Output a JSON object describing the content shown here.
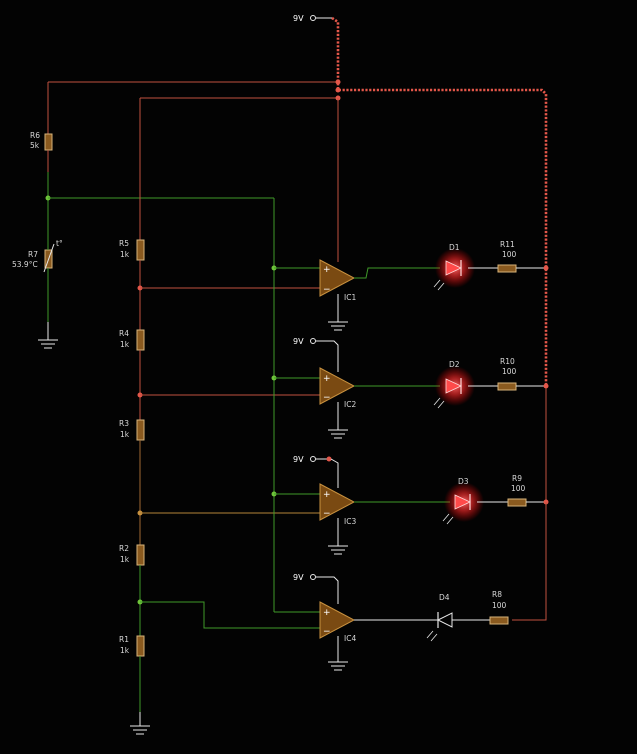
{
  "supply": {
    "top": "9V",
    "ic2": "9V",
    "ic3": "9V",
    "ic4": "9V"
  },
  "resistors": {
    "r6": {
      "name": "R6",
      "value": "5k"
    },
    "r7": {
      "name": "R7",
      "value": "53.9°C"
    },
    "r5": {
      "name": "R5",
      "value": "1k"
    },
    "r4": {
      "name": "R4",
      "value": "1k"
    },
    "r3": {
      "name": "R3",
      "value": "1k"
    },
    "r2": {
      "name": "R2",
      "value": "1k"
    },
    "r1": {
      "name": "R1",
      "value": "1k"
    },
    "r11": {
      "name": "R11",
      "value": "100"
    },
    "r10": {
      "name": "R10",
      "value": "100"
    },
    "r9": {
      "name": "R9",
      "value": "100"
    },
    "r8": {
      "name": "R8",
      "value": "100"
    }
  },
  "opamps": {
    "ic1": "IC1",
    "ic2": "IC2",
    "ic3": "IC3",
    "ic4": "IC4",
    "plus": "+",
    "minus": "−"
  },
  "diodes": {
    "d1": {
      "name": "D1",
      "lit": true
    },
    "d2": {
      "name": "D2",
      "lit": true
    },
    "d3": {
      "name": "D3",
      "lit": true
    },
    "d4": {
      "name": "D4",
      "lit": false
    }
  },
  "colors": {
    "background": "#030303",
    "energized_wire": "#e4574a",
    "signal_wire": "#3f9a2a",
    "component_body": "#8a5a1f",
    "led_glow": "#ff3a3a"
  }
}
